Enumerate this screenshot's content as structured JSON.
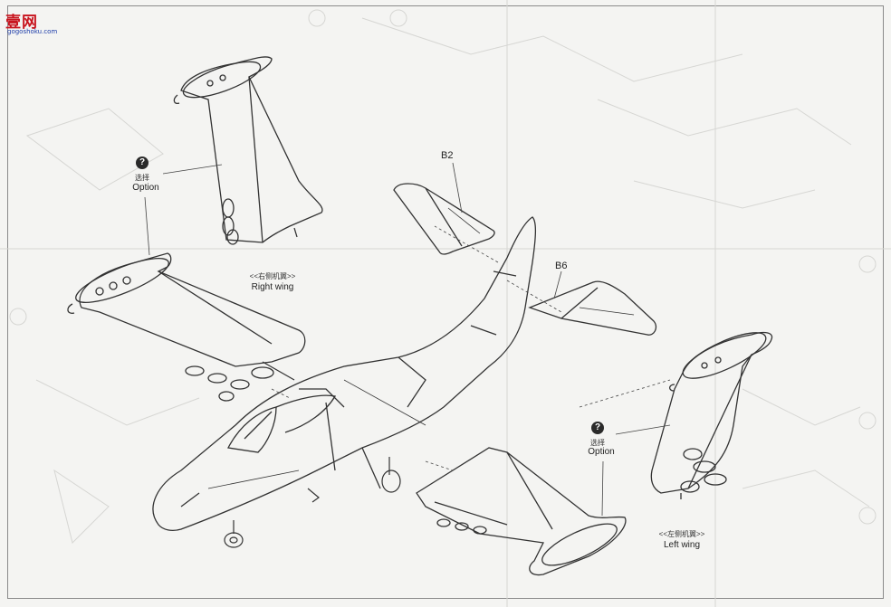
{
  "watermark": {
    "logo_text": "壹网",
    "logo_sub": "gogoshoku.com"
  },
  "labels": {
    "option_cn": "选择",
    "option_en": "Option",
    "right_wing_cn": "<<右侧机翼>>",
    "right_wing_en": "Right wing",
    "left_wing_cn": "<<左侧机翼>>",
    "left_wing_en": "Left wing",
    "part_b2": "B2",
    "part_b6": "B6",
    "info_symbol": "?"
  }
}
